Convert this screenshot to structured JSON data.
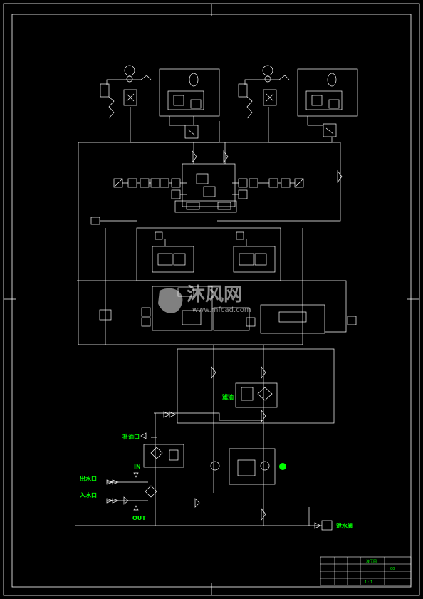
{
  "labels": {
    "refuel_port": "补油口",
    "sensor_in": "IN",
    "sensor_out": "OUT",
    "water_out": "出水口",
    "water_in": "入水口",
    "drain": "泄水阀",
    "filter": "滤油"
  },
  "watermark": {
    "brand": "沐风网",
    "site": "www.mfcad.com"
  },
  "title_block": {
    "title": "液压图",
    "drawing_no": "00",
    "sheet": "1 : 1"
  },
  "colors": {
    "background": "#000000",
    "lines": "#ffffff",
    "labels": "#00ff00"
  }
}
